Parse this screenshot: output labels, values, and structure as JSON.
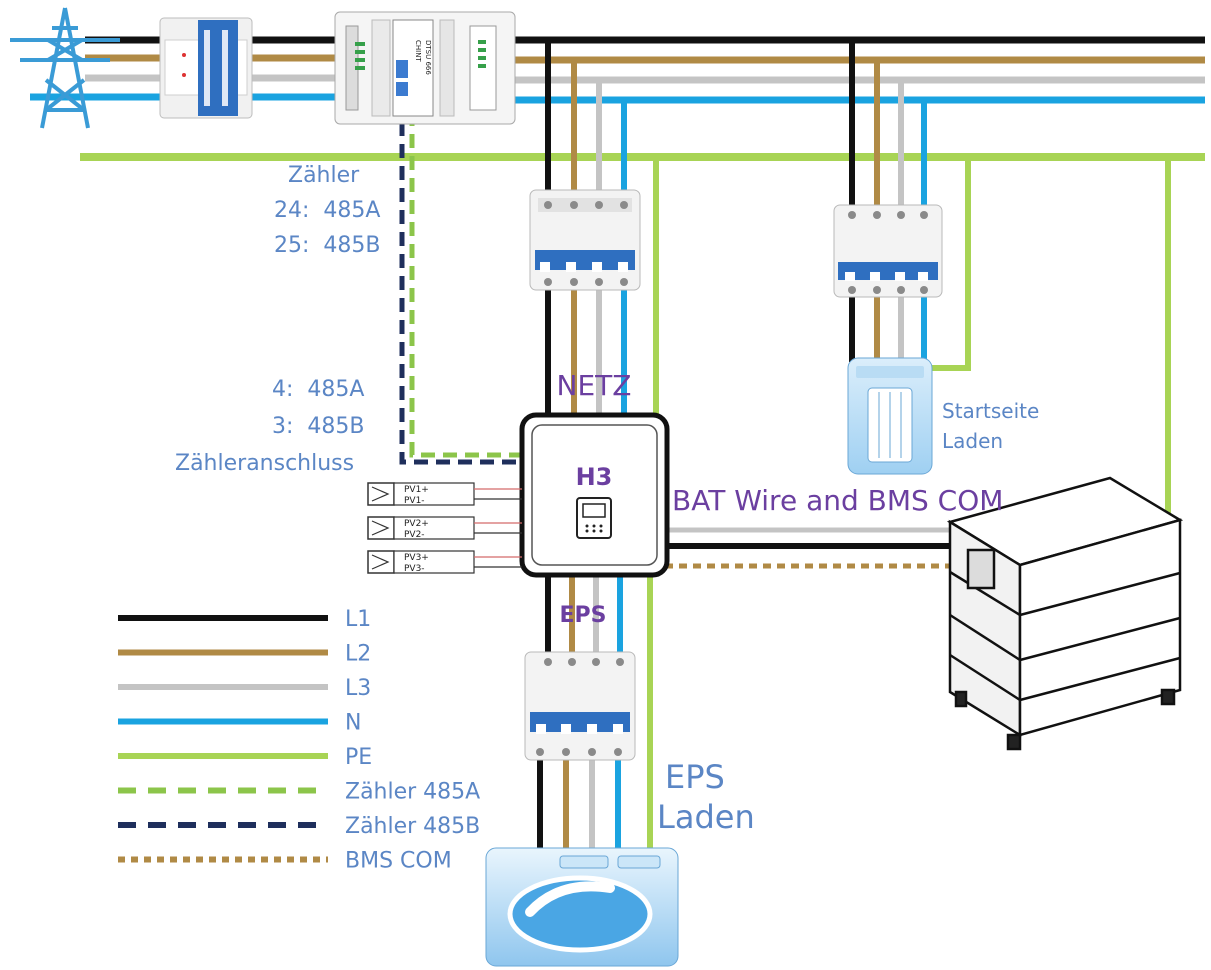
{
  "colors": {
    "L1": "#111111",
    "L2": "#b08a45",
    "L3": "#c4c4c4",
    "N": "#1aa3e0",
    "PE": "#a8d455",
    "meter_485A": "#8cc54a",
    "meter_485B": "#1f2f5c",
    "bms_com": "#b08a45",
    "label_blue": "#5b86c5",
    "label_purple": "#6b3fa0"
  },
  "meter": {
    "brand": "CHINT",
    "model": "DTSU 666"
  },
  "meter_terminals": {
    "title": "Zähler",
    "line1": "24:  485A",
    "line2": "25:  485B"
  },
  "inverter_terminals": {
    "line1": "4:  485A",
    "line2": "3:  485B",
    "line3": "Zähleranschluss"
  },
  "inverter": {
    "name": "H3",
    "grid_port": "NETZ",
    "eps_port": "EPS"
  },
  "battery_link": "BAT Wire and BMS COM",
  "home_load": {
    "line1": "Startseite",
    "line2": "Laden"
  },
  "eps_load": {
    "line1": "EPS",
    "line2": "Laden"
  },
  "pv_inputs": [
    {
      "plus": "PV1+",
      "minus": "PV1-"
    },
    {
      "plus": "PV2+",
      "minus": "PV2-"
    },
    {
      "plus": "PV3+",
      "minus": "PV3-"
    }
  ],
  "legend": [
    {
      "label": "L1",
      "style": "solid",
      "color_key": "L1"
    },
    {
      "label": "L2",
      "style": "solid",
      "color_key": "L2"
    },
    {
      "label": "L3",
      "style": "solid",
      "color_key": "L3"
    },
    {
      "label": "N",
      "style": "solid",
      "color_key": "N"
    },
    {
      "label": "PE",
      "style": "solid",
      "color_key": "PE"
    },
    {
      "label": "Zähler 485A",
      "style": "dashed",
      "color_key": "meter_485A"
    },
    {
      "label": "Zähler 485B",
      "style": "dashed",
      "color_key": "meter_485B"
    },
    {
      "label": "BMS COM",
      "style": "dotted",
      "color_key": "bms_com"
    }
  ]
}
